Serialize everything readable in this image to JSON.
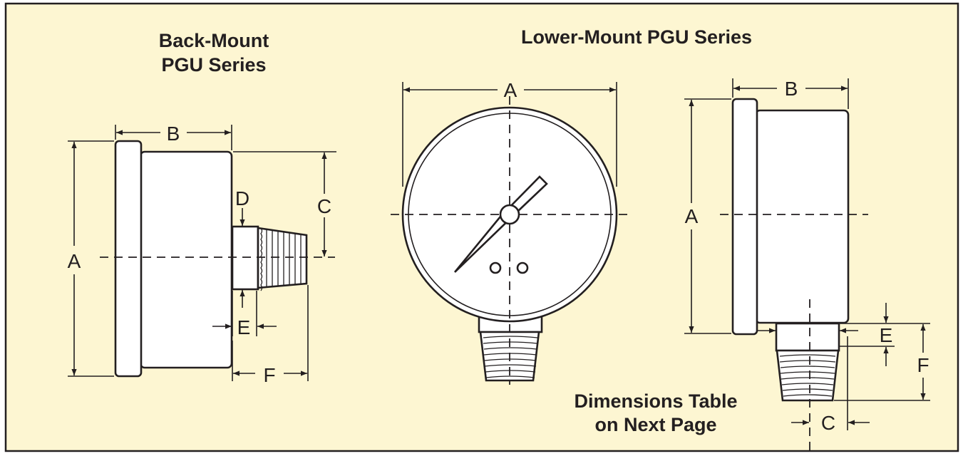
{
  "titles": {
    "back_mount_line1": "Back-Mount",
    "back_mount_line2": "PGU Series",
    "lower_mount": "Lower-Mount PGU Series",
    "note_line1": "Dimensions Table",
    "note_line2": "on Next Page"
  },
  "dimension_labels": {
    "a": "A",
    "b": "B",
    "c": "C",
    "d": "D",
    "e": "E",
    "f": "F"
  },
  "colors": {
    "background": "#fdf6d2",
    "border": "#231f20",
    "ink": "#231f20",
    "part_fill": "#ffffff"
  }
}
